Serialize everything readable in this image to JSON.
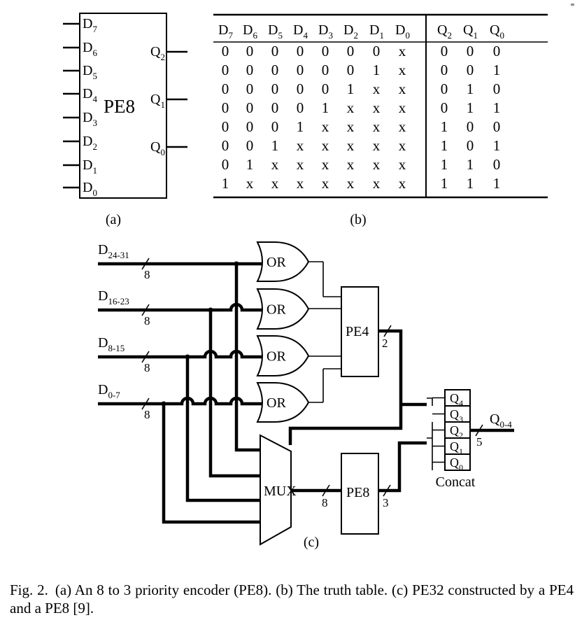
{
  "corner_mark": "≡",
  "panel_a": {
    "block_label": "PE8",
    "inputs": [
      {
        "sym": "D",
        "sub": "7"
      },
      {
        "sym": "D",
        "sub": "6"
      },
      {
        "sym": "D",
        "sub": "5"
      },
      {
        "sym": "D",
        "sub": "4"
      },
      {
        "sym": "D",
        "sub": "3"
      },
      {
        "sym": "D",
        "sub": "2"
      },
      {
        "sym": "D",
        "sub": "1"
      },
      {
        "sym": "D",
        "sub": "0"
      }
    ],
    "outputs": [
      {
        "sym": "Q",
        "sub": "2"
      },
      {
        "sym": "Q",
        "sub": "1"
      },
      {
        "sym": "Q",
        "sub": "0"
      }
    ],
    "sublabel": "(a)"
  },
  "panel_b": {
    "input_headers": [
      {
        "sym": "D",
        "sub": "7"
      },
      {
        "sym": "D",
        "sub": "6"
      },
      {
        "sym": "D",
        "sub": "5"
      },
      {
        "sym": "D",
        "sub": "4"
      },
      {
        "sym": "D",
        "sub": "3"
      },
      {
        "sym": "D",
        "sub": "2"
      },
      {
        "sym": "D",
        "sub": "1"
      },
      {
        "sym": "D",
        "sub": "0"
      }
    ],
    "output_headers": [
      {
        "sym": "Q",
        "sub": "2"
      },
      {
        "sym": "Q",
        "sub": "1"
      },
      {
        "sym": "Q",
        "sub": "0"
      }
    ],
    "rows": [
      {
        "inputs": [
          "0",
          "0",
          "0",
          "0",
          "0",
          "0",
          "0",
          "x"
        ],
        "outputs": [
          "0",
          "0",
          "0"
        ]
      },
      {
        "inputs": [
          "0",
          "0",
          "0",
          "0",
          "0",
          "0",
          "1",
          "x"
        ],
        "outputs": [
          "0",
          "0",
          "1"
        ]
      },
      {
        "inputs": [
          "0",
          "0",
          "0",
          "0",
          "0",
          "1",
          "x",
          "x"
        ],
        "outputs": [
          "0",
          "1",
          "0"
        ]
      },
      {
        "inputs": [
          "0",
          "0",
          "0",
          "0",
          "1",
          "x",
          "x",
          "x"
        ],
        "outputs": [
          "0",
          "1",
          "1"
        ]
      },
      {
        "inputs": [
          "0",
          "0",
          "0",
          "1",
          "x",
          "x",
          "x",
          "x"
        ],
        "outputs": [
          "1",
          "0",
          "0"
        ]
      },
      {
        "inputs": [
          "0",
          "0",
          "1",
          "x",
          "x",
          "x",
          "x",
          "x"
        ],
        "outputs": [
          "1",
          "0",
          "1"
        ]
      },
      {
        "inputs": [
          "0",
          "1",
          "x",
          "x",
          "x",
          "x",
          "x",
          "x"
        ],
        "outputs": [
          "1",
          "1",
          "0"
        ]
      },
      {
        "inputs": [
          "1",
          "x",
          "x",
          "x",
          "x",
          "x",
          "x",
          "x"
        ],
        "outputs": [
          "1",
          "1",
          "1"
        ]
      }
    ],
    "sublabel": "(b)"
  },
  "panel_c": {
    "input_buses": [
      {
        "sym": "D",
        "sub": "24-31",
        "width": "8"
      },
      {
        "sym": "D",
        "sub": "16-23",
        "width": "8"
      },
      {
        "sym": "D",
        "sub": "8-15",
        "width": "8"
      },
      {
        "sym": "D",
        "sub": "0-7",
        "width": "8"
      }
    ],
    "or_gate_label": "OR",
    "pe4_label": "PE4",
    "pe4_out_width": "2",
    "mux_label": "MUX",
    "mux_out_width": "8",
    "pe8_label": "PE8",
    "pe8_out_width": "3",
    "concat_bits": [
      {
        "sym": "Q",
        "sub": "4"
      },
      {
        "sym": "Q",
        "sub": "3"
      },
      {
        "sym": "Q",
        "sub": "2"
      },
      {
        "sym": "Q",
        "sub": "1"
      },
      {
        "sym": "Q",
        "sub": "0"
      }
    ],
    "concat_label": "Concat",
    "output": {
      "sym": "Q",
      "sub": "0-4",
      "width": "5"
    },
    "sublabel": "(c)"
  },
  "caption": {
    "label": "Fig. 2.",
    "text": "(a) An 8 to 3 priority encoder (PE8). (b) The truth table. (c) PE32 constructed by a PE4 and a PE8 [9]."
  }
}
